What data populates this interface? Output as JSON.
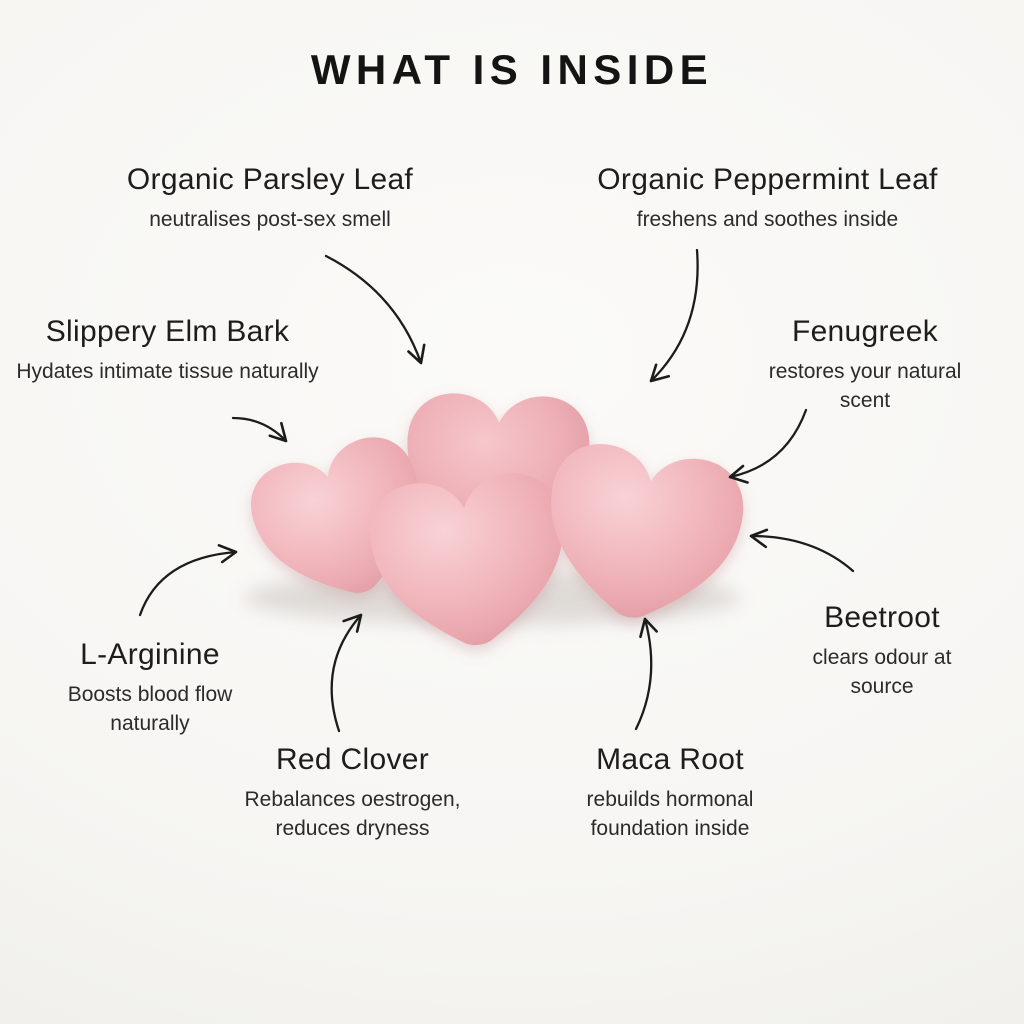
{
  "title": "WHAT IS INSIDE",
  "ingredients": [
    {
      "id": "parsley",
      "name": "Organic Parsley Leaf",
      "description": "neutralises post-sex smell"
    },
    {
      "id": "peppermint",
      "name": "Organic Peppermint Leaf",
      "description": "freshens and soothes inside"
    },
    {
      "id": "slippery-elm",
      "name": "Slippery Elm Bark",
      "description": "Hydates intimate tissue naturally"
    },
    {
      "id": "fenugreek",
      "name": "Fenugreek",
      "description": "restores your natural scent"
    },
    {
      "id": "l-arginine",
      "name": "L-Arginine",
      "description": "Boosts blood flow naturally"
    },
    {
      "id": "beetroot",
      "name": "Beetroot",
      "description": "clears odour at source"
    },
    {
      "id": "red-clover",
      "name": "Red Clover",
      "description": "Rebalances oestrogen, reduces dryness"
    },
    {
      "id": "maca-root",
      "name": "Maca Root",
      "description": "rebuilds hormonal foundation inside"
    }
  ],
  "illustration": {
    "subject": "four pink heart-shaped gummies",
    "gummy_count": 4,
    "icons": {
      "connector": "hand-drawn-curved-arrow"
    }
  },
  "colors": {
    "background": "#f7f6f3",
    "text": "#1e1e1e",
    "gummy_pink": "#f0b4ba",
    "gummy_highlight": "#f7ced2",
    "gummy_shade": "#dd959d",
    "arrow": "#1c1c1c"
  }
}
